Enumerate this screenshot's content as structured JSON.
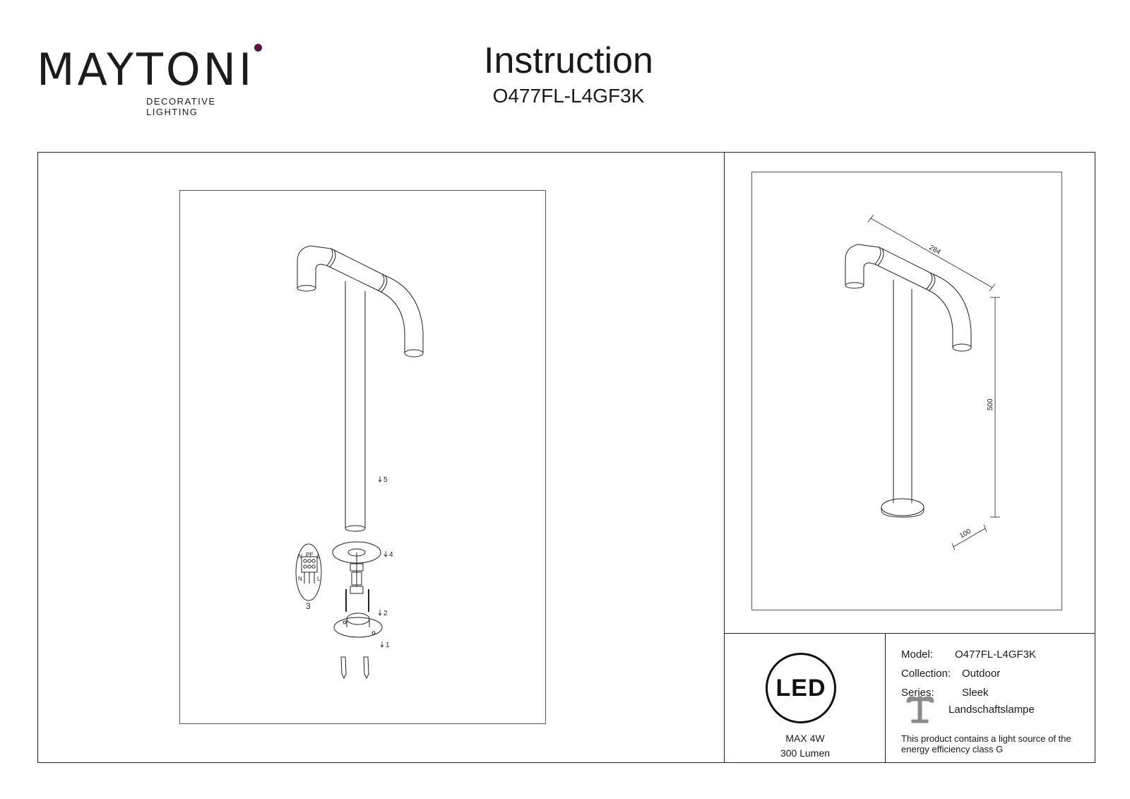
{
  "header": {
    "brand_main": "MAYTONI",
    "brand_sub": "DECORATIVE LIGHTING",
    "title": "Instruction",
    "model": "O477FL-L4GF3K"
  },
  "assembly": {
    "step_labels": [
      "1",
      "2",
      "3",
      "4",
      "5"
    ],
    "terminal_letters": [
      "N",
      "PE",
      "L",
      "N",
      "L"
    ]
  },
  "dimensions": {
    "length": "284",
    "height": "500",
    "base": "100"
  },
  "specs": {
    "led_badge": "LED",
    "power": "MAX 4W",
    "lumen": "300 Lumen",
    "model_label": "Model:",
    "model_value": "O477FL-L4GF3K",
    "collection_label": "Collection:",
    "collection_value": "Outdoor",
    "series_label": "Series:",
    "series_value": "Sleek",
    "type_value": "Landschaftslampe",
    "energy_note": "This product contains a light source of the energy efficiency class G"
  },
  "colors": {
    "brand_accent": "#5b1240",
    "line": "#222222"
  }
}
